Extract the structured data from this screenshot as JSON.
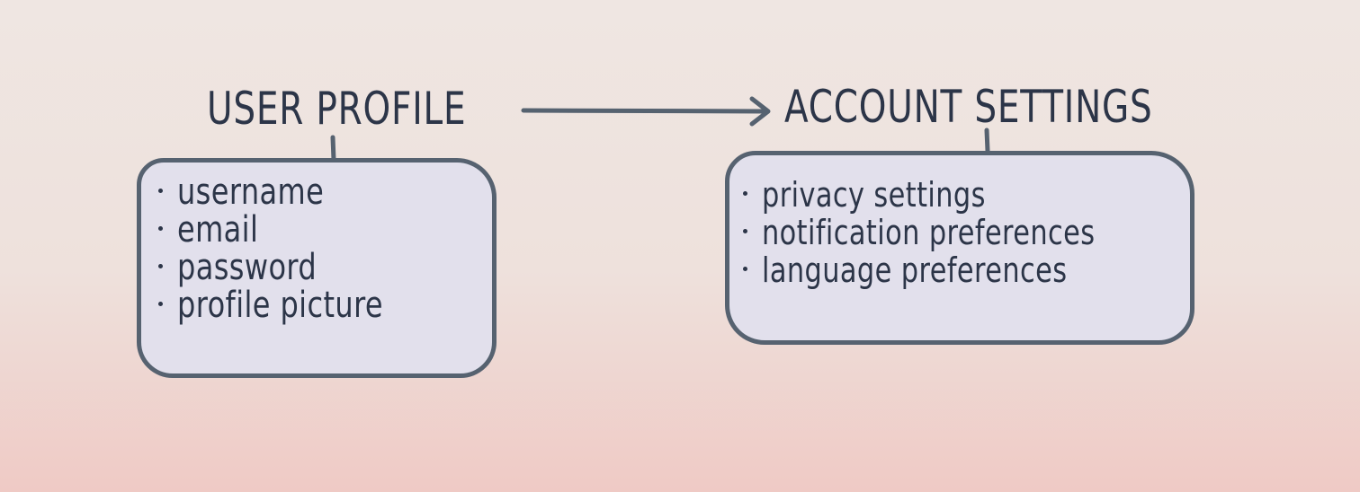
{
  "diagram": {
    "left_node": {
      "title": "USER PROFILE",
      "items": [
        "username",
        "email",
        "password",
        "profile picture"
      ]
    },
    "right_node": {
      "title": "ACCOUNT SETTINGS",
      "items": [
        "privacy settings",
        "notification preferences",
        "language preferences"
      ]
    },
    "edge": {
      "from": "USER PROFILE",
      "to": "ACCOUNT SETTINGS"
    },
    "colors": {
      "ink": "#2c3548",
      "box_fill": "#e2e0ec",
      "box_outline": "#566270",
      "background_top": "#efe6e2",
      "background_bottom": "#efcac5"
    }
  }
}
